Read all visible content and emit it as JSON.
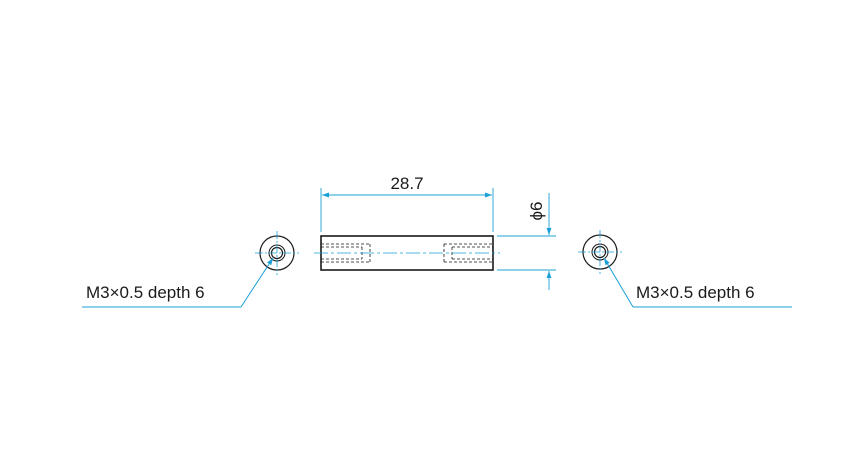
{
  "colors": {
    "outline": "#1a1a1a",
    "dimension": "#1aa0d6",
    "background": "#ffffff"
  },
  "dimensions": {
    "length_label": "28.7",
    "diameter_label": "ϕ6"
  },
  "callouts": {
    "left_thread": "M3×0.5 depth 6",
    "right_thread": "M3×0.5 depth 6"
  }
}
